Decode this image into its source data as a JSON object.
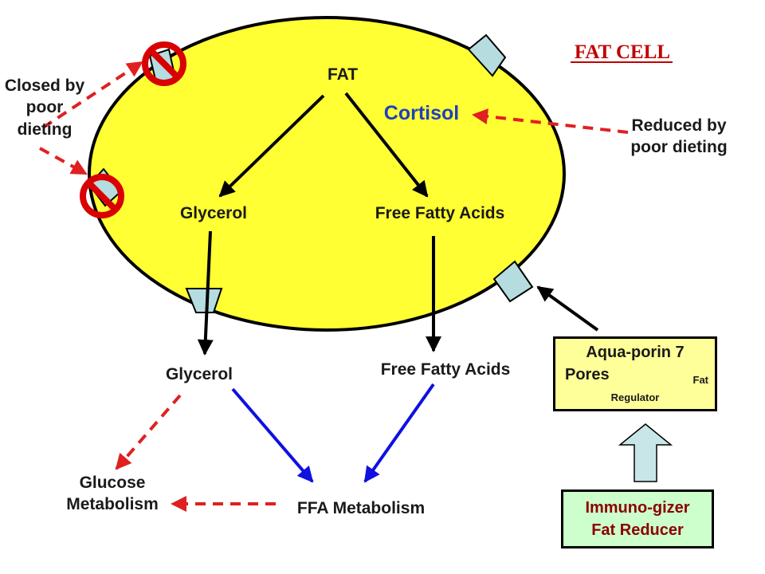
{
  "title": "FAT CELL",
  "labels": {
    "fat": "FAT",
    "cortisol": "Cortisol",
    "glycerol_in": "Glycerol",
    "ffa_in": "Free Fatty Acids",
    "glycerol_out": "Glycerol",
    "ffa_out": "Free Fatty Acids",
    "glucose_metabolism": "Glucose Metabolism",
    "ffa_metabolism": "FFA Metabolism",
    "closed": "Closed by poor dieting",
    "reduced": "Reduced by poor dieting"
  },
  "aquaporin_box": {
    "line1": "Aqua-porin 7",
    "line2": "Pores",
    "fat": "Fat",
    "regulator": "Regulator"
  },
  "immuno_box": {
    "line1": "Immuno-gizer",
    "line2": "Fat Reducer"
  },
  "colors": {
    "cell_fill": "#ffff33",
    "title": "#c00000",
    "cortisol": "#1f3fc0",
    "dashed_red": "#e02020",
    "blue_arrow": "#1010e0",
    "pore_fill": "#b5dde0",
    "aqua_fill": "#ffff99",
    "immuno_fill": "#ccffcc",
    "immuno_text": "#8b0000",
    "up_arrow_fill": "#c8e6e8"
  },
  "icons": [
    "no-entry-icon",
    "pore-icon",
    "up-arrow-icon"
  ]
}
